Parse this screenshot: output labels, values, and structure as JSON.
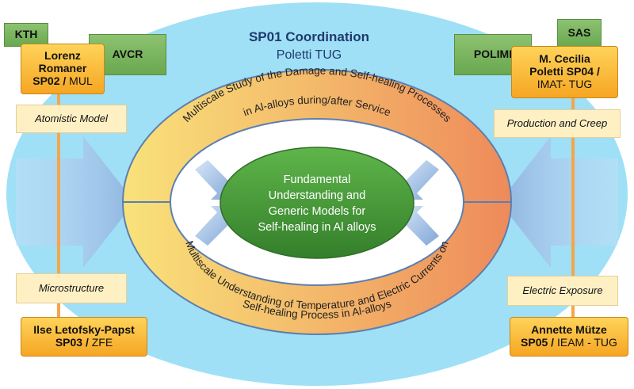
{
  "coordination": {
    "title": "SP01 Coordination",
    "subtitle": "Poletti TUG"
  },
  "partners": {
    "kth": "KTH",
    "avcr": "AVCR",
    "polimi": "POLIMI",
    "sas": "SAS"
  },
  "projects": {
    "sp02": {
      "line1": "Lorenz",
      "line2": "Romaner",
      "code": "SP02",
      "sep": " / ",
      "org": "MUL"
    },
    "sp04": {
      "line1": "M. Cecilia",
      "line2": "Poletti SP04 /",
      "org": "IMAT- TUG"
    },
    "sp03": {
      "line1": "Ilse Letofsky-Papst",
      "code": "SP03",
      "sep": " / ",
      "org": "ZFE"
    },
    "sp05": {
      "line1": "Annette Mütze",
      "code": "SP05",
      "sep": " / ",
      "org": "IEAM - TUG"
    }
  },
  "topics": {
    "atomistic": "Atomistic Model",
    "microstructure": "Microstructure",
    "production": "Production and Creep",
    "electric": "Electric Exposure"
  },
  "ring": {
    "top_text": "Multiscale Study of the Damage and Self-healing Processes",
    "top_text_2": "in Al-alloys during/after Service",
    "bottom_text": "Multiscale Understanding of Temperature and Electric Currents on",
    "bottom_text_2": "Self-healing Process in Al-alloys"
  },
  "center": {
    "line1": "Fundamental",
    "line2": "Understanding and",
    "line3": "Generic  Models for",
    "line4": "Self-healing in Al alloys"
  },
  "colors": {
    "sky": "#9fe0f6",
    "ring_left": "#f7d86a",
    "ring_right": "#ef8f5c",
    "center_green": "#4c9f3f",
    "box_orange": "#f5a623",
    "box_green": "#6aa84f",
    "topic_cream": "#fff0c4",
    "arrow_blue": "#8fb4e0"
  }
}
